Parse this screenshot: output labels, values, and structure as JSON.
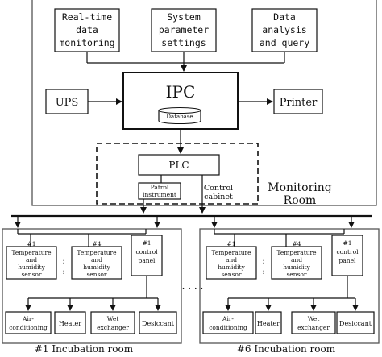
{
  "monitoring": {
    "top_boxes": [
      [
        "Real-time",
        "data",
        "monitoring"
      ],
      [
        "System",
        "parameter",
        "settings"
      ],
      [
        "Data",
        "analysis",
        "and query"
      ]
    ],
    "ups": "UPS",
    "ipc": "IPC",
    "database": "Database",
    "printer": "Printer",
    "plc": "PLC",
    "patrol": [
      "Patrol",
      "instrument"
    ],
    "cabinet": [
      "Control",
      "cabinet"
    ],
    "room": [
      "Monitoring",
      "Room"
    ]
  },
  "rooms": [
    {
      "caption": "#1 Incubation room",
      "sensors": [
        [
          "#1",
          "Temperature",
          "and",
          "humidity",
          "sensor"
        ],
        [
          "#4",
          "Temperature",
          "and",
          "humidity",
          "sensor"
        ]
      ],
      "panel": [
        "#1",
        "control",
        "panel"
      ],
      "actuators": [
        [
          "Air-",
          "conditioning"
        ],
        [
          "Heater"
        ],
        [
          "Wet",
          "exchanger"
        ],
        [
          "Desiccant"
        ]
      ]
    },
    {
      "caption": "#6 Incubation room",
      "sensors": [
        [
          "#1",
          "Temperature",
          "and",
          "humidity",
          "sensor"
        ],
        [
          "#4",
          "Temperature",
          "and",
          "humidity",
          "sensor"
        ]
      ],
      "panel": [
        "#1",
        "control",
        "panel"
      ],
      "actuators": [
        [
          "Air-",
          "conditioning"
        ],
        [
          "Heater"
        ],
        [
          "Wet",
          "exchanger"
        ],
        [
          "Desiccant"
        ]
      ]
    }
  ],
  "ellipsis_between_rooms": "· · · ·",
  "ellipsis_sensors": ":"
}
